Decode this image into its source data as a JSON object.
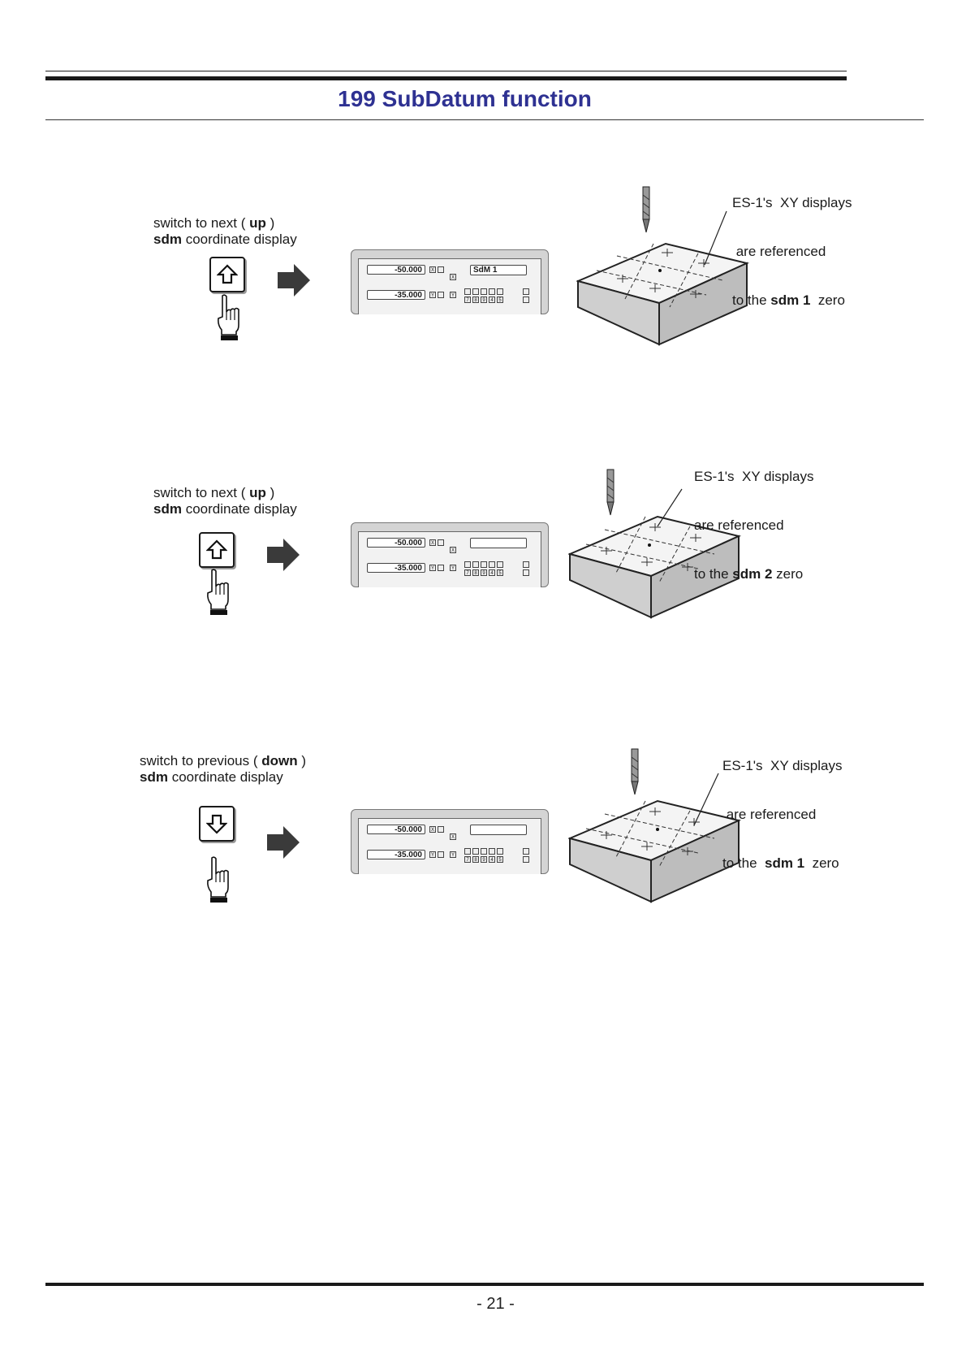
{
  "header": {
    "title": "199 SubDatum function"
  },
  "footer": {
    "page_number": "- 21 -"
  },
  "steps": [
    {
      "instr_line1_pre": "switch to next ( ",
      "instr_line1_bold": "up",
      "instr_line1_post": " )",
      "instr_line2_bold": "sdm",
      "instr_line2_post": " coordinate display",
      "key_icon": "arrow-up-icon",
      "display": {
        "x_value": "-50.000",
        "y_value": "-35.000",
        "message": "SdM 1"
      },
      "callout_line1": "ES-1's  XY displays",
      "callout_line2": " are referenced",
      "callout_line3_pre": "to the ",
      "callout_line3_bold": "sdm 1",
      "callout_line3_post": "  zero"
    },
    {
      "instr_line1_pre": "switch to next ( ",
      "instr_line1_bold": "up",
      "instr_line1_post": " )",
      "instr_line2_bold": "sdm",
      "instr_line2_post": " coordinate display",
      "key_icon": "arrow-up-icon",
      "display": {
        "x_value": "-50.000",
        "y_value": "-35.000",
        "message": ""
      },
      "callout_line1": "ES-1's  XY displays",
      "callout_line2": "are referenced",
      "callout_line3_pre": "to the ",
      "callout_line3_bold": "sdm 2",
      "callout_line3_post": " zero"
    },
    {
      "instr_line1_pre": "switch to previous ( ",
      "instr_line1_bold": "down",
      "instr_line1_post": " )",
      "instr_line2_bold": "sdm",
      "instr_line2_post": " coordinate display",
      "key_icon": "arrow-down-icon",
      "display": {
        "x_value": "-50.000",
        "y_value": "-35.000",
        "message": ""
      },
      "callout_line1": "ES-1's  XY displays",
      "callout_line2": " are referenced",
      "callout_line3_pre": "to the  ",
      "callout_line3_bold": "sdm 1",
      "callout_line3_post": "  zero"
    }
  ],
  "panel_labels": {
    "x_axis": "X",
    "y_axis": "Y",
    "key_row": [
      "7",
      "8",
      "9",
      "4",
      "5"
    ]
  }
}
